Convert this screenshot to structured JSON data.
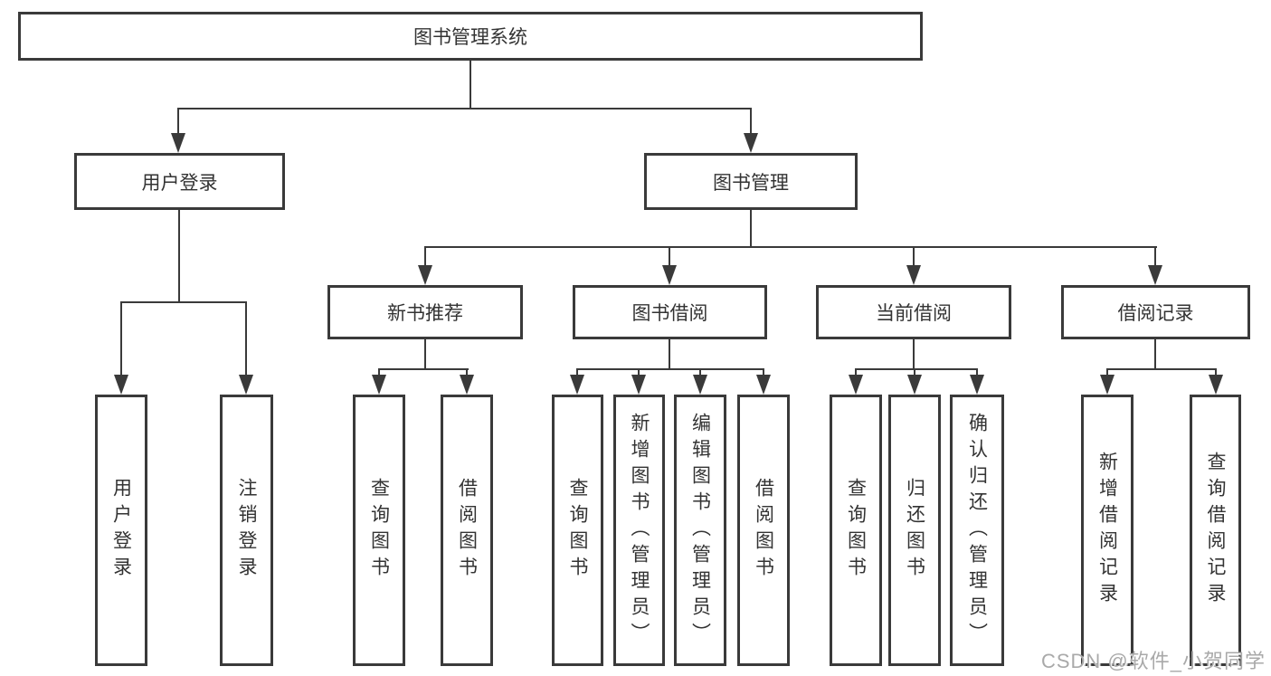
{
  "tree": {
    "root": {
      "label": "图书管理系统"
    },
    "level2": [
      {
        "label": "用户登录",
        "children": [
          {
            "label": "用户登录"
          },
          {
            "label": "注销登录"
          }
        ]
      },
      {
        "label": "图书管理",
        "children": [
          {
            "label": "新书推荐",
            "children": [
              {
                "label": "查询图书"
              },
              {
                "label": "借阅图书"
              }
            ]
          },
          {
            "label": "图书借阅",
            "children": [
              {
                "label": "查询图书"
              },
              {
                "label": "新增图书（管理员）"
              },
              {
                "label": "编辑图书（管理员）"
              },
              {
                "label": "借阅图书"
              }
            ]
          },
          {
            "label": "当前借阅",
            "children": [
              {
                "label": "查询图书"
              },
              {
                "label": "归还图书"
              },
              {
                "label": "确认归还（管理员）"
              }
            ]
          },
          {
            "label": "借阅记录",
            "children": [
              {
                "label": "新增借阅记录"
              },
              {
                "label": "查询借阅记录"
              }
            ]
          }
        ]
      }
    ]
  },
  "watermark": {
    "text": "CSDN @软件_小贺同学"
  },
  "colors": {
    "line": "#3a3a3a",
    "text": "#333333",
    "background": "#ffffff",
    "watermark": "#a9a9a9"
  }
}
